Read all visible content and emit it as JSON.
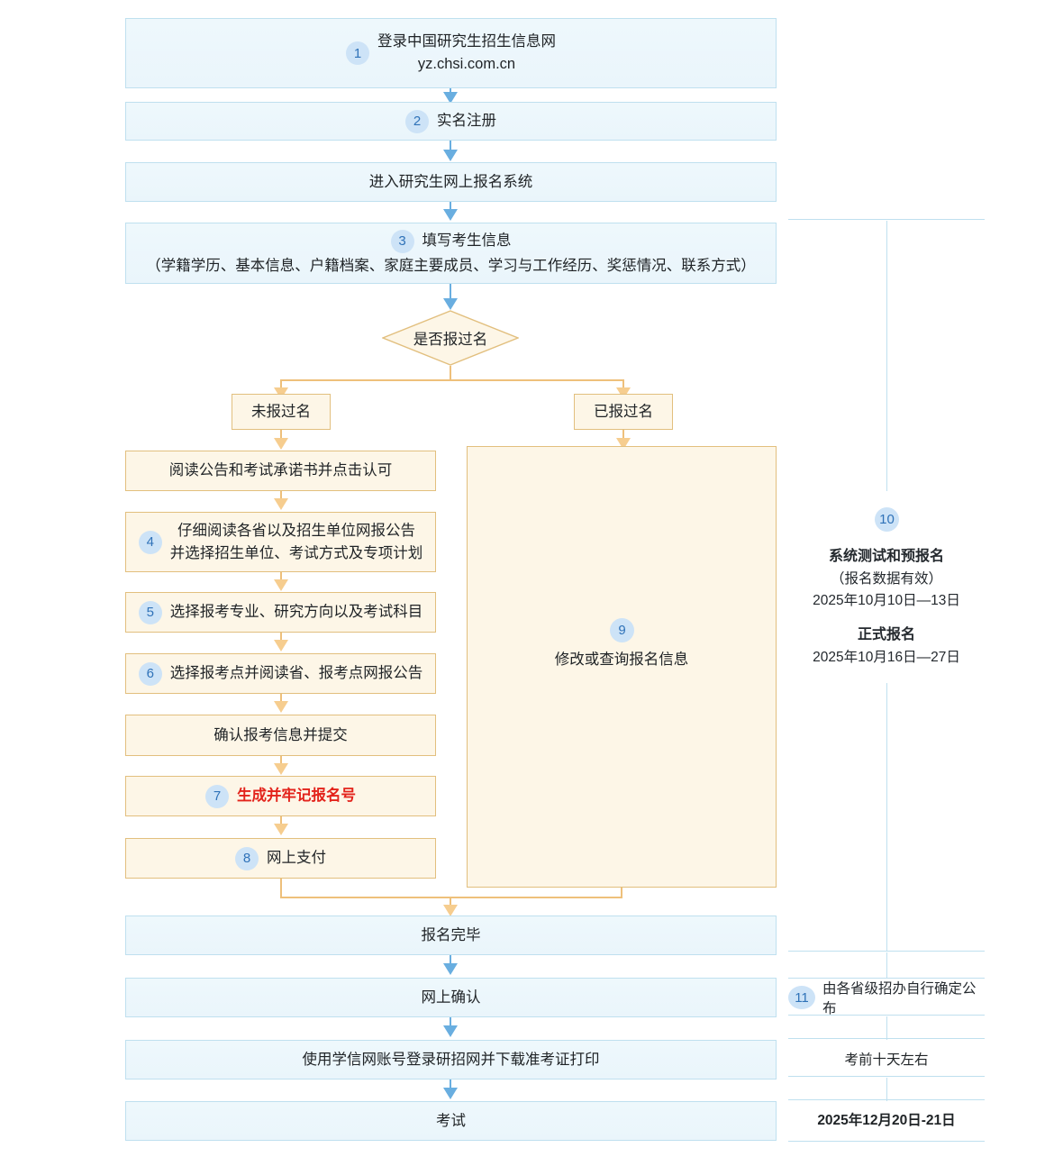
{
  "flow": {
    "steps": [
      {
        "id": "login",
        "num": "1",
        "line1": "登录中国研究生招生信息网",
        "line2": "yz.chsi.com.cn"
      },
      {
        "id": "realname",
        "num": "2",
        "text": "实名注册"
      },
      {
        "id": "enter-system",
        "num": "",
        "text": "进入研究生网上报名系统"
      },
      {
        "id": "fill-info",
        "num": "3",
        "line1": "填写考生信息",
        "line2": "（学籍学历、基本信息、户籍档案、家庭主要成员、学习与工作经历、奖惩情况、联系方式）"
      }
    ],
    "decision": {
      "id": "registered-before",
      "text": "是否报过名"
    },
    "branches": {
      "left": {
        "id": "not-registered",
        "text": "未报过名"
      },
      "right": {
        "id": "already-registered",
        "text": "已报过名"
      }
    },
    "left_column": [
      {
        "id": "read-notice",
        "num": "",
        "text": "阅读公告和考试承诺书并点击认可"
      },
      {
        "id": "read-province-notice",
        "num": "4",
        "text": "仔细阅读各省以及招生单位网报公告\n并选择招生单位、考试方式及专项计划"
      },
      {
        "id": "choose-major",
        "num": "5",
        "text": "选择报考专业、研究方向以及考试科目"
      },
      {
        "id": "choose-exam-site",
        "num": "6",
        "text": "选择报考点并阅读省、报考点网报公告"
      },
      {
        "id": "confirm-submit",
        "num": "",
        "text": "确认报考信息并提交"
      },
      {
        "id": "generate-number",
        "num": "7",
        "text": "生成并牢记报名号",
        "style": "red-bold"
      },
      {
        "id": "online-payment",
        "num": "8",
        "text": "网上支付"
      }
    ],
    "right_column": {
      "id": "modify-query",
      "num": "9",
      "text": "修改或查询报名信息"
    },
    "tail": [
      {
        "id": "registration-complete",
        "text": "报名完毕"
      },
      {
        "id": "online-confirmation",
        "text": "网上确认"
      },
      {
        "id": "download-admission-ticket",
        "text": "使用学信网账号登录研招网并下载准考证打印"
      },
      {
        "id": "exam",
        "text": "考试"
      }
    ]
  },
  "timeline": {
    "schedule": {
      "num": "10",
      "title": "系统测试和预报名",
      "subtitle": "（报名数据有效）",
      "dates": "2025年10月10日—13日",
      "title2": "正式报名",
      "dates2": "2025年10月16日—27日"
    },
    "rows": [
      {
        "id": "confirmation-note",
        "num": "11",
        "text": "由各省级招办自行确定公布"
      },
      {
        "id": "ticket-note",
        "num": "",
        "text": "考前十天左右"
      },
      {
        "id": "exam-date",
        "num": "",
        "text": "2025年12月20日-21日"
      }
    ]
  },
  "colors": {
    "blue_fill": "#eef8fc",
    "blue_border": "#bfe0ef",
    "orange_fill": "#fdf6e7",
    "orange_border": "#e2bf7e",
    "arrow_blue": "#69aee0",
    "arrow_orange": "#f6cd8f",
    "badge_fill": "#cde3f7",
    "badge_text": "#2f72b8",
    "alert_red": "#e3231b"
  }
}
